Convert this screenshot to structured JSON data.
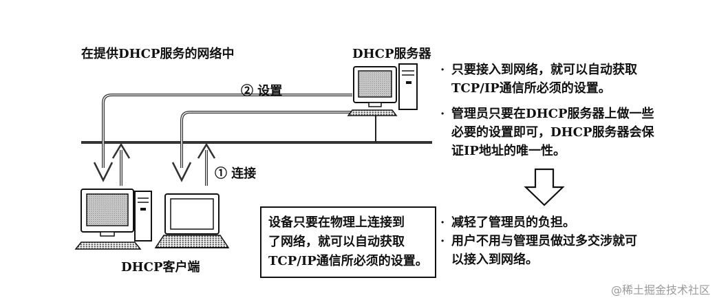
{
  "diagram": {
    "network_title": "在提供DHCP服务的网络中",
    "server_label": "DHCP服务器",
    "client_label": "DHCP客户端",
    "step_set": "② 设置",
    "step_connect": "① 连接",
    "box_lines": [
      "设备只要在物理上连接到",
      "了网络，就可以自动获取",
      "TCP/IP通信所必须的设置。"
    ]
  },
  "benefits_top": [
    {
      "bullet": "·",
      "lines": [
        "只要接入到网络，就可以自动获取",
        "TCP/IP通信所必须的设置。"
      ]
    },
    {
      "bullet": "·",
      "lines": [
        "管理员只要在DHCP服务器上做一些",
        "必要的设置即可，DHCP服务器会保",
        "证IP地址的唯一性。"
      ]
    }
  ],
  "benefits_bottom": [
    {
      "bullet": "·",
      "lines": [
        "减轻了管理员的负担。"
      ]
    },
    {
      "bullet": "·",
      "lines": [
        "用户不用与管理员做过多交涉就可",
        "以接入到网络。"
      ]
    }
  ],
  "watermark": "@稀土掘金技术社区"
}
